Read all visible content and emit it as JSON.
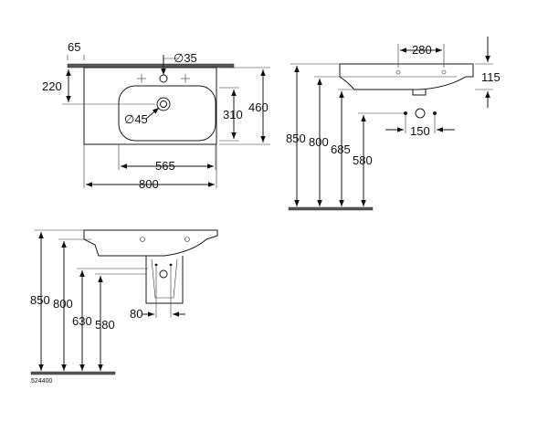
{
  "drawing": {
    "id": "524400",
    "top_view": {
      "d_65": "65",
      "d_tap": "∅35",
      "d_220": "220",
      "d_waste": "∅45",
      "d_460": "460",
      "d_310": "310",
      "d_565": "565",
      "d_800": "800"
    },
    "side_view": {
      "d_280": "280",
      "d_115": "115",
      "d_850": "850",
      "d_800": "800",
      "d_685": "685",
      "d_580": "580",
      "d_150": "150"
    },
    "front_view": {
      "d_850": "850",
      "d_800": "800",
      "d_630": "630",
      "d_580": "580",
      "d_80": "80"
    }
  }
}
